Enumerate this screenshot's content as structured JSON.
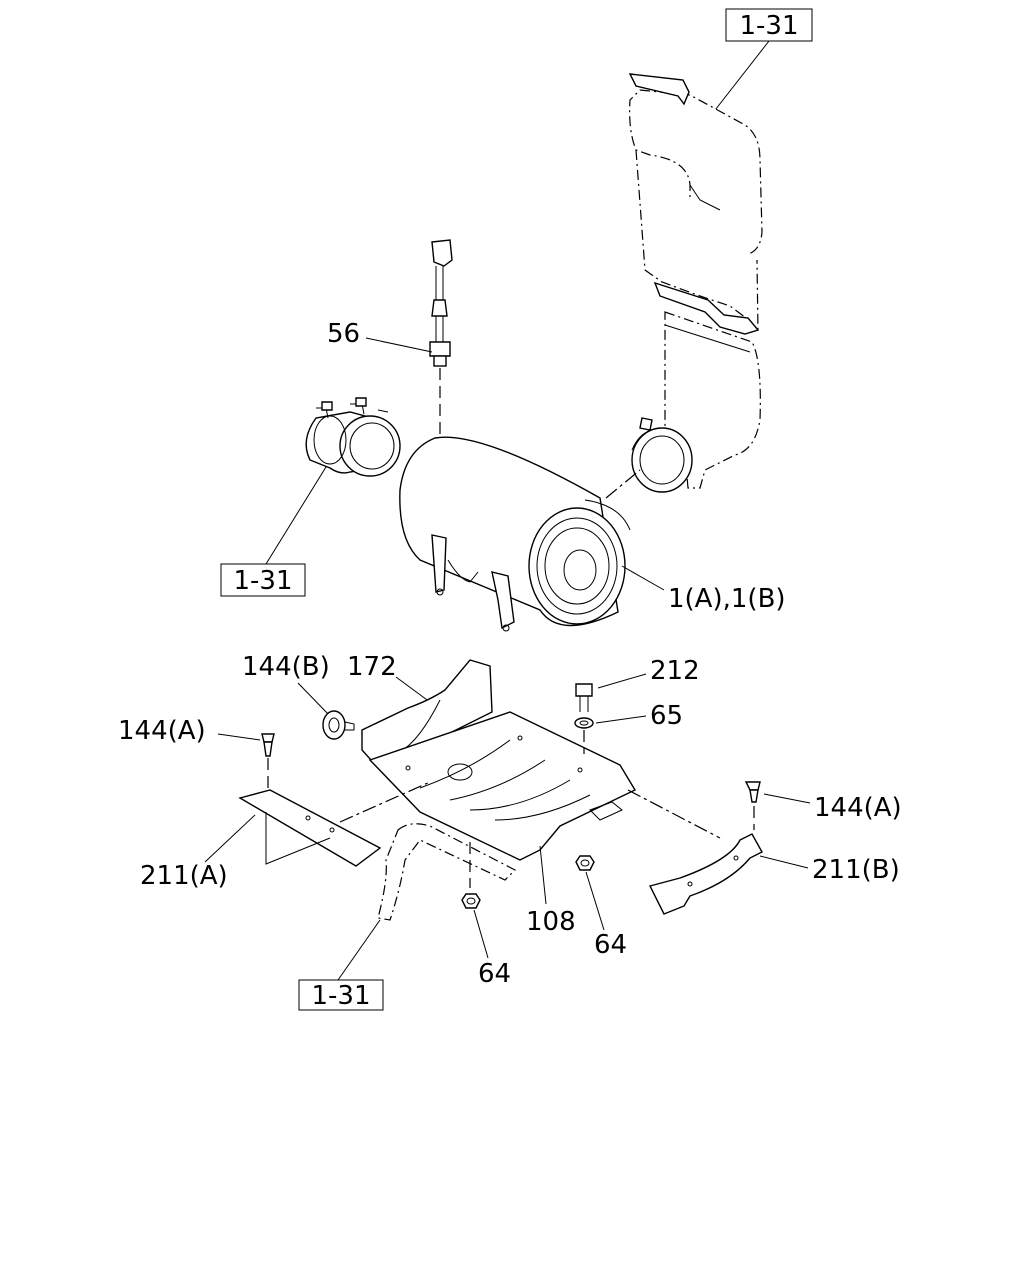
{
  "reference_boxes": {
    "top": "1-31",
    "left": "1-31",
    "bottom": "1-31"
  },
  "labels": {
    "sensor": "56",
    "air_cleaner": "1(A),1(B)",
    "clip_b": "144(B)",
    "bracket_upper": "172",
    "bolt": "212",
    "washer": "65",
    "clip_a_left": "144(A)",
    "clip_a_right": "144(A)",
    "plate_a": "211(A)",
    "plate_b": "211(B)",
    "bracket_lower": "108",
    "nut_right": "64",
    "nut_left": "64"
  }
}
